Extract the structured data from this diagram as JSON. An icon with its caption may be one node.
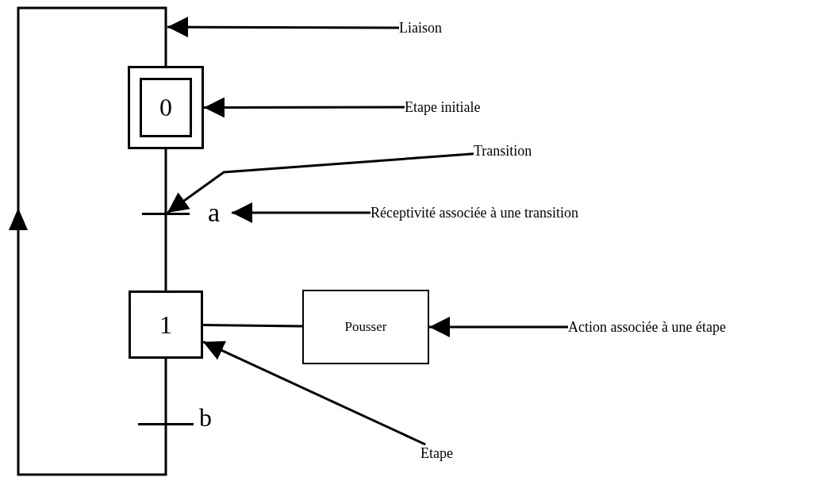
{
  "diagram": {
    "nodes": [
      {
        "text": [
          "0"
        ]
      },
      {
        "text": [],
        "shape": "bar"
      },
      {
        "text": [
          "a"
        ]
      },
      {
        "text": [
          "1"
        ]
      },
      {
        "text": [
          "Pousser"
        ]
      },
      {
        "text": [],
        "shape": "bar",
        "beside": [
          "b"
        ]
      },
      {
        "text": [
          "Liaison"
        ]
      },
      {
        "text": [
          "Etape initiale"
        ]
      },
      {
        "text": [
          "Transition"
        ]
      },
      {
        "text": [
          "Réceptivité associée à une transition"
        ]
      },
      {
        "text": [
          "Action associée à une étape"
        ]
      },
      {
        "text": [
          "Etape"
        ]
      }
    ],
    "edges": [
      {
        "from": 5,
        "to": 0,
        "arrow": "to"
      },
      {
        "from": 0,
        "to": 1,
        "arrow": "none"
      },
      {
        "from": 1,
        "to": 3,
        "arrow": "none"
      },
      {
        "from": 3,
        "to": 5,
        "arrow": "none"
      },
      {
        "from": 3,
        "to": 4,
        "arrow": "none"
      },
      {
        "from": 6,
        "to": null,
        "arrow": "to"
      },
      {
        "from": 7,
        "to": 0,
        "arrow": "to"
      },
      {
        "from": 8,
        "to": 1,
        "arrow": "to"
      },
      {
        "from": 9,
        "to": 2,
        "arrow": "to"
      },
      {
        "from": 10,
        "to": 4,
        "arrow": "to"
      },
      {
        "from": 11,
        "to": 3,
        "arrow": "to"
      }
    ]
  }
}
